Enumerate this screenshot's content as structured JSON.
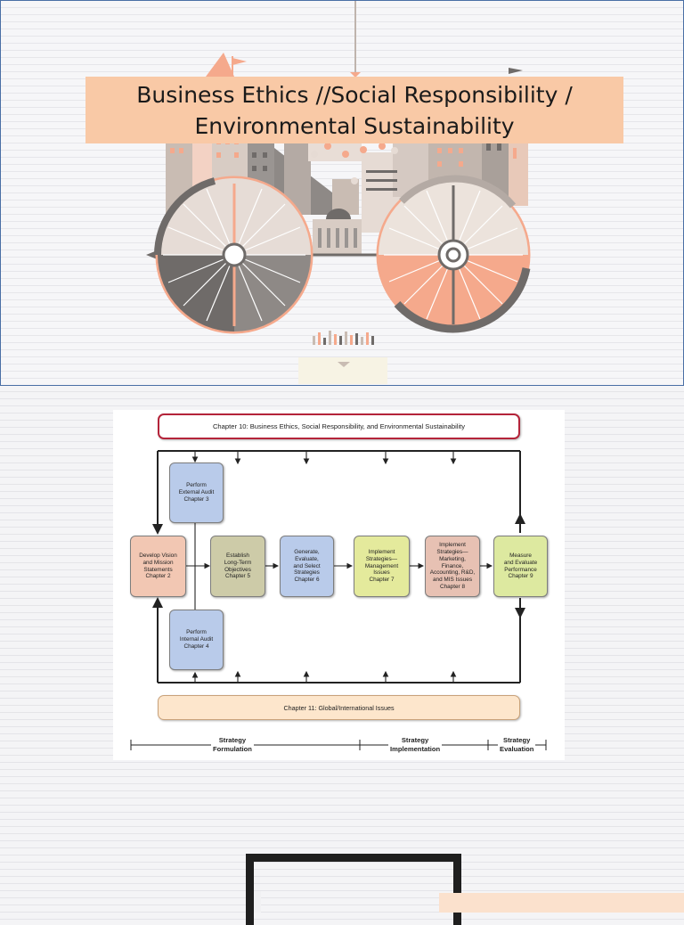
{
  "slide1": {
    "title_line1": "Business Ethics //Social Responsibility /",
    "title_line2": "Environmental Sustainability",
    "colors": {
      "title_bg": "#f9c9a6",
      "accent_salmon": "#f5a98c",
      "dark_gray": "#6f6b69",
      "tan": "#c9bcb3"
    }
  },
  "diagram": {
    "chapter10": "Chapter 10: Business Ethics, Social Responsibility, and Environmental Sustainability",
    "chapter11": "Chapter 11:  Global/International Issues",
    "boxes": {
      "external_audit": "Perform\nExternal Audit\nChapter 3",
      "vision_mission": "Develop Vision\nand Mission\nStatements\nChapter 2",
      "internal_audit": "Perform\nInternal Audit\nChapter 4",
      "objectives": "Establish\nLong-Term\nObjectives\nChapter 5",
      "generate": "Generate,\nEvaluate,\nand Select\nStrategies\nChapter 6",
      "implement_mgmt": "Implement\nStrategies—\nManagement\nIssues\nChapter 7",
      "implement_mkt": "Implement\nStrategies—\nMarketing,\nFinance,\nAccounting, R&D,\nand MIS Issues\nChapter 8",
      "measure": "Measure\nand Evaluate\nPerformance\nChapter 9"
    },
    "box_colors": {
      "blue": "#b9cbea",
      "salmon": "#f2c7b3",
      "olive": "#cdcba8",
      "yellow": "#e4ea9c",
      "rose": "#e7c1b3",
      "green_yellow": "#dde9a0"
    },
    "phases": {
      "formulation": "Strategy\nFormulation",
      "implementation": "Strategy\nImplementation",
      "evaluation": "Strategy\nEvaluation"
    }
  }
}
